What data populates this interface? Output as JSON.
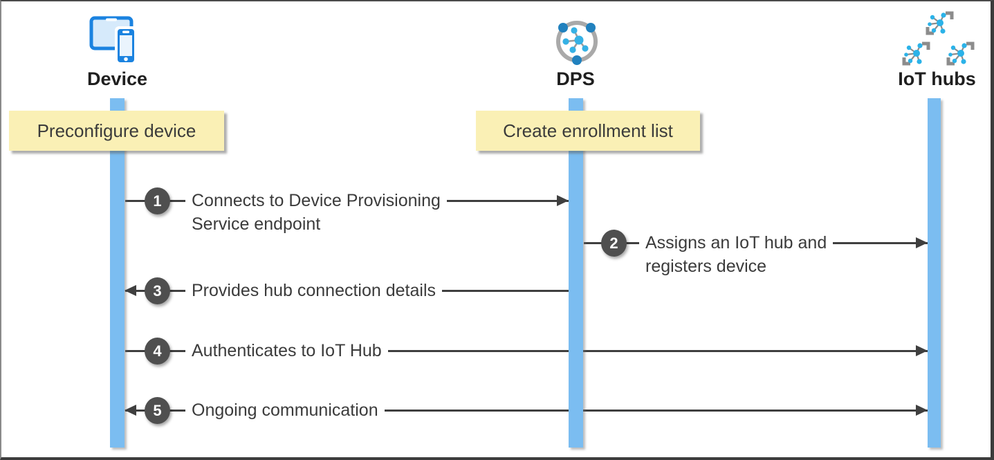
{
  "diagram": {
    "type": "sequence-diagram",
    "actors": [
      {
        "label": "Device",
        "icon": "device-icon"
      },
      {
        "label": "DPS",
        "icon": "dps-icon"
      },
      {
        "label": "IoT hubs",
        "icon": "iot-hubs-icon"
      }
    ],
    "notes": [
      {
        "label": "Preconfigure device",
        "actor": "Device"
      },
      {
        "label": "Create enrollment list",
        "actor": "DPS"
      }
    ],
    "steps": [
      {
        "num": "1",
        "lines": [
          "Connects to Device Provisioning",
          "Service endpoint"
        ],
        "from": "Device",
        "to": "DPS",
        "direction": "right"
      },
      {
        "num": "2",
        "lines": [
          "Assigns an IoT hub and",
          "registers device"
        ],
        "from": "DPS",
        "to": "IoT hubs",
        "direction": "right"
      },
      {
        "num": "3",
        "lines": [
          "Provides hub connection details"
        ],
        "from": "DPS",
        "to": "Device",
        "direction": "left"
      },
      {
        "num": "4",
        "lines": [
          "Authenticates to IoT Hub"
        ],
        "from": "Device",
        "to": "IoT hubs",
        "direction": "right"
      },
      {
        "num": "5",
        "lines": [
          "Ongoing communication"
        ],
        "from": "Device",
        "to": "IoT hubs",
        "direction": "both"
      }
    ],
    "colors": {
      "lifeline": "#7BBDF1",
      "note_bg": "#FAF0B5",
      "badge_bg": "#4F4F4F",
      "arrow_line": "#3F3F3F",
      "step_text": "#3B3B3B",
      "device_blue": "#1B83E0",
      "hub_cyan": "#2BB2E8",
      "ring_gray": "#A9A9A9",
      "ring_dot_blue": "#2181BE"
    }
  }
}
